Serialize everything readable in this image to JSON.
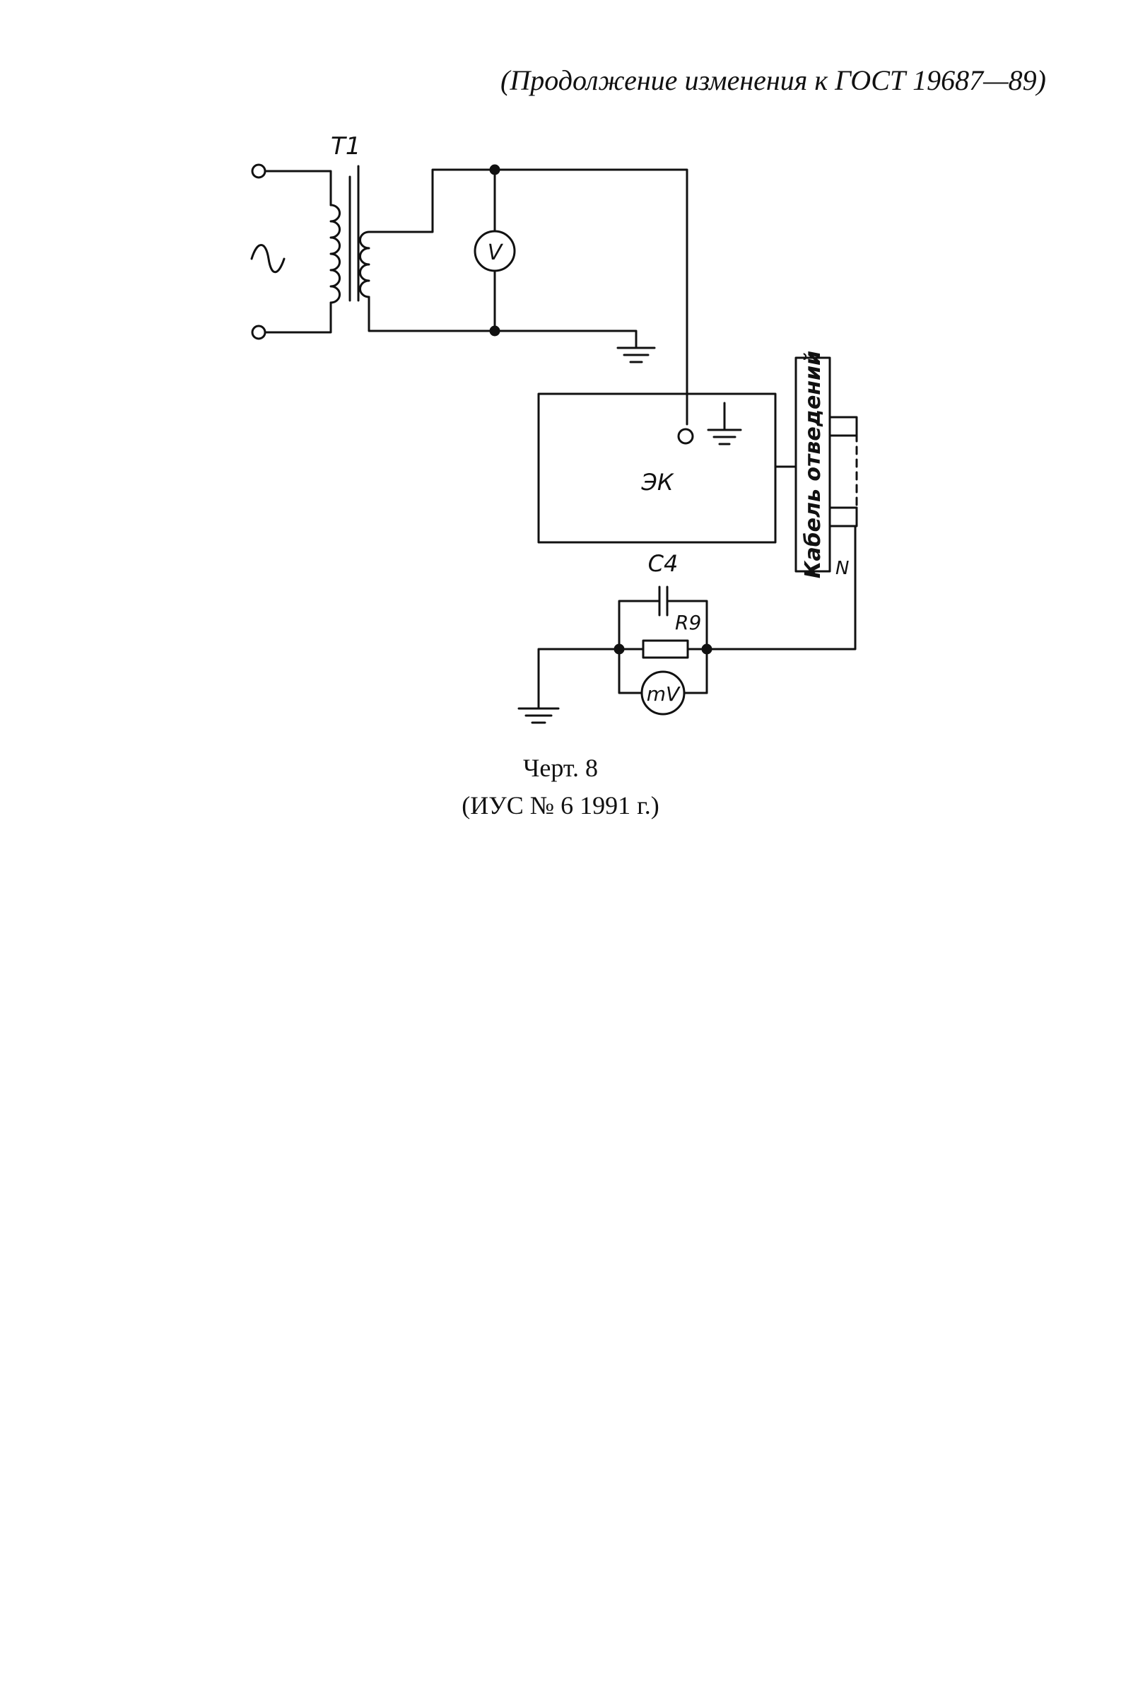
{
  "header": {
    "continuation_note": "(Продолжение изменения к ГОСТ 19687—89)"
  },
  "diagram": {
    "labels": {
      "transformer": "T1",
      "voltmeter": "V",
      "device_ek": "ЭК",
      "lead_cable": "Кабель отведений",
      "n_terminal": "N",
      "capacitor": "C4",
      "resistor": "R9",
      "millivoltmeter": "mV"
    }
  },
  "caption": {
    "figure": "Черт. 8",
    "source": "(ИУС № 6 1991 г.)"
  }
}
